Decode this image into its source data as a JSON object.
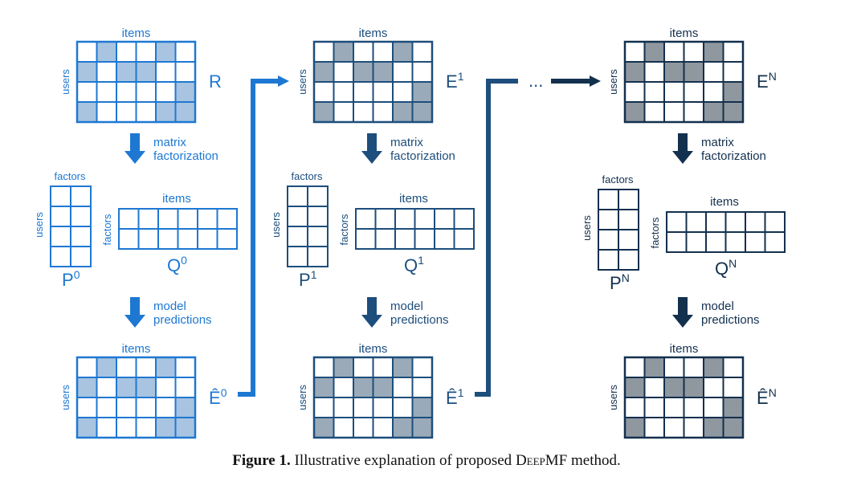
{
  "colors": {
    "col0": "#1e78d2",
    "col0_fill": "#a8c4e0",
    "col1": "#1d4e7c",
    "col1_fill": "#9aaab9",
    "colN": "#13304e",
    "colN_fill": "#8f979f"
  },
  "labels": {
    "items": "items",
    "users": "users",
    "factors": "factors",
    "matrix_factorization": [
      "matrix",
      "factorization"
    ],
    "model_predictions": [
      "model",
      "predictions"
    ],
    "ellipsis": "..."
  },
  "columns": [
    {
      "R": "R",
      "R_sup": "",
      "P": "P",
      "P_sup": "0",
      "Q": "Q",
      "Q_sup": "0",
      "E": "Ê",
      "E_sup": "0"
    },
    {
      "R": "E",
      "R_sup": "1",
      "P": "P",
      "P_sup": "1",
      "Q": "Q",
      "Q_sup": "1",
      "E": "Ê",
      "E_sup": "1"
    },
    {
      "R": "E",
      "R_sup": "N",
      "P": "P",
      "P_sup": "N",
      "Q": "Q",
      "Q_sup": "N",
      "E": "Ê",
      "E_sup": "N"
    }
  ],
  "rating_pattern": [
    [
      0,
      1,
      0,
      0,
      1,
      0
    ],
    [
      1,
      0,
      1,
      1,
      0,
      0
    ],
    [
      0,
      0,
      0,
      0,
      0,
      1
    ],
    [
      1,
      0,
      0,
      0,
      1,
      1
    ]
  ],
  "caption": {
    "figure": "Figure 1.",
    "text_before": " Illustrative explanation of proposed ",
    "method": "DeepMF",
    "text_after": " method."
  }
}
